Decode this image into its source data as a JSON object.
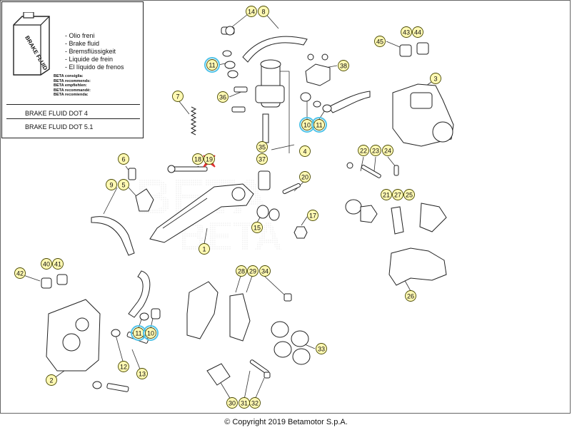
{
  "fluid_box": {
    "bottle_label": "BRAKE FLUID",
    "names": [
      "- Olio freni",
      "- Brake fluid",
      "- Bremsflüssigkeit",
      "- Liquide de frein",
      "- El líquido de frenos"
    ],
    "recommend": [
      "BETA consiglia:",
      "BETA recommends:",
      "BETA empfiehlen:",
      "BETA recommandé:",
      "BETA recomienda:"
    ],
    "spec_rear": "BRAKE FLUID DOT 4",
    "spec_front": "BRAKE FLUID DOT 5.1"
  },
  "watermark": "BETA",
  "copyright": "© Copyright 2019 Betamotor S.p.A.",
  "colors": {
    "callout_fill": "#fff9b3",
    "callout_stroke": "#4a4a00",
    "highlight_ring": "#4fc3e8",
    "selection_marker": "#e03030"
  },
  "callouts": [
    {
      "id": "c14",
      "label": "14",
      "highlight": false
    },
    {
      "id": "c8",
      "label": "8",
      "highlight": false
    },
    {
      "id": "c11a",
      "label": "11",
      "highlight": true
    },
    {
      "id": "c38",
      "label": "38",
      "highlight": false
    },
    {
      "id": "c36",
      "label": "36",
      "highlight": false
    },
    {
      "id": "c45",
      "label": "45",
      "highlight": false
    },
    {
      "id": "c43",
      "label": "43",
      "highlight": false
    },
    {
      "id": "c44",
      "label": "44",
      "highlight": false
    },
    {
      "id": "c3",
      "label": "3",
      "highlight": false
    },
    {
      "id": "c10a",
      "label": "10",
      "highlight": true
    },
    {
      "id": "c11b",
      "label": "11",
      "highlight": true
    },
    {
      "id": "c7",
      "label": "7",
      "highlight": false
    },
    {
      "id": "c18",
      "label": "18",
      "highlight": false
    },
    {
      "id": "c19",
      "label": "19",
      "highlight": false
    },
    {
      "id": "c35",
      "label": "35",
      "highlight": false
    },
    {
      "id": "c37",
      "label": "37",
      "highlight": false
    },
    {
      "id": "c4",
      "label": "4",
      "highlight": false
    },
    {
      "id": "c22",
      "label": "22",
      "highlight": false
    },
    {
      "id": "c23",
      "label": "23",
      "highlight": false
    },
    {
      "id": "c24",
      "label": "24",
      "highlight": false
    },
    {
      "id": "c6",
      "label": "6",
      "highlight": false
    },
    {
      "id": "c9",
      "label": "9",
      "highlight": false
    },
    {
      "id": "c5",
      "label": "5",
      "highlight": false
    },
    {
      "id": "c20",
      "label": "20",
      "highlight": false
    },
    {
      "id": "c21",
      "label": "21",
      "highlight": false
    },
    {
      "id": "c27",
      "label": "27",
      "highlight": false
    },
    {
      "id": "c25",
      "label": "25",
      "highlight": false
    },
    {
      "id": "c17",
      "label": "17",
      "highlight": false
    },
    {
      "id": "c15",
      "label": "15",
      "highlight": false
    },
    {
      "id": "c1",
      "label": "1",
      "highlight": false
    },
    {
      "id": "c40",
      "label": "40",
      "highlight": false
    },
    {
      "id": "c41",
      "label": "41",
      "highlight": false
    },
    {
      "id": "c42",
      "label": "42",
      "highlight": false
    },
    {
      "id": "c28",
      "label": "28",
      "highlight": false
    },
    {
      "id": "c29",
      "label": "29",
      "highlight": false
    },
    {
      "id": "c34",
      "label": "34",
      "highlight": false
    },
    {
      "id": "c26",
      "label": "26",
      "highlight": false
    },
    {
      "id": "c11c",
      "label": "11",
      "highlight": true
    },
    {
      "id": "c10b",
      "label": "10",
      "highlight": true
    },
    {
      "id": "c33",
      "label": "33",
      "highlight": false
    },
    {
      "id": "c12",
      "label": "12",
      "highlight": false
    },
    {
      "id": "c13",
      "label": "13",
      "highlight": false
    },
    {
      "id": "c2",
      "label": "2",
      "highlight": false
    },
    {
      "id": "c30",
      "label": "30",
      "highlight": false
    },
    {
      "id": "c31",
      "label": "31",
      "highlight": false
    },
    {
      "id": "c32",
      "label": "32",
      "highlight": false
    }
  ]
}
